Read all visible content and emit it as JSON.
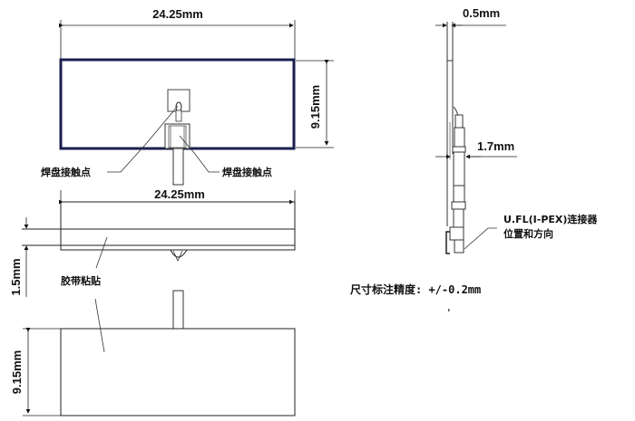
{
  "top_view": {
    "width_label": "24.25mm",
    "height_label": "9.15mm",
    "solder_left_label": "焊盘接触点",
    "solder_right_label": "焊盘接触点",
    "border_color": "#1a1f4e"
  },
  "middle_view": {
    "width_label": "24.25mm",
    "thickness_label": "1.5mm",
    "tape_label": "胶带粘贴"
  },
  "bottom_view": {
    "height_label": "9.15mm"
  },
  "side_view": {
    "thickness_label": "0.5mm",
    "connector_width_label": "1.7mm",
    "connector_label_line1": "U.FL(I-PEX)连接器",
    "connector_label_line2": "位置和方向"
  },
  "tolerance_note": "尺寸标注精度: +/-0.2mm"
}
